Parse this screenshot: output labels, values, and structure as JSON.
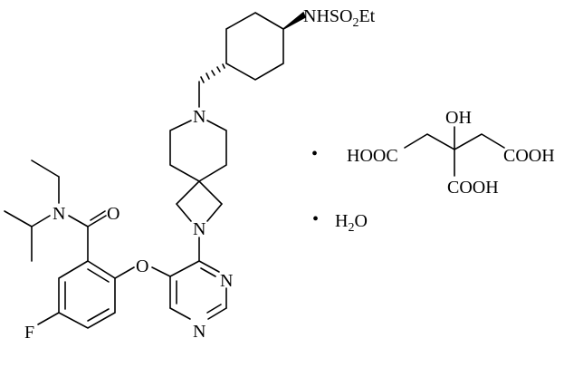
{
  "labels": {
    "sulfonamide": {
      "main": "NHSO",
      "sub": "2",
      "tail": "Et"
    },
    "piperidine_n": "N",
    "azetidine_n": "N",
    "amide_n": "N",
    "carbonyl_o": "O",
    "ether_o": "O",
    "fluorine": "F",
    "pyrimidine_n3": "N",
    "pyrimidine_n1": "N",
    "citric_oh": "OH",
    "citric_left": "HOOC",
    "citric_right": "COOH",
    "citric_bottom": "COOH",
    "water": {
      "main": "H",
      "sub": "2",
      "tail": "O"
    },
    "dot": "•"
  }
}
